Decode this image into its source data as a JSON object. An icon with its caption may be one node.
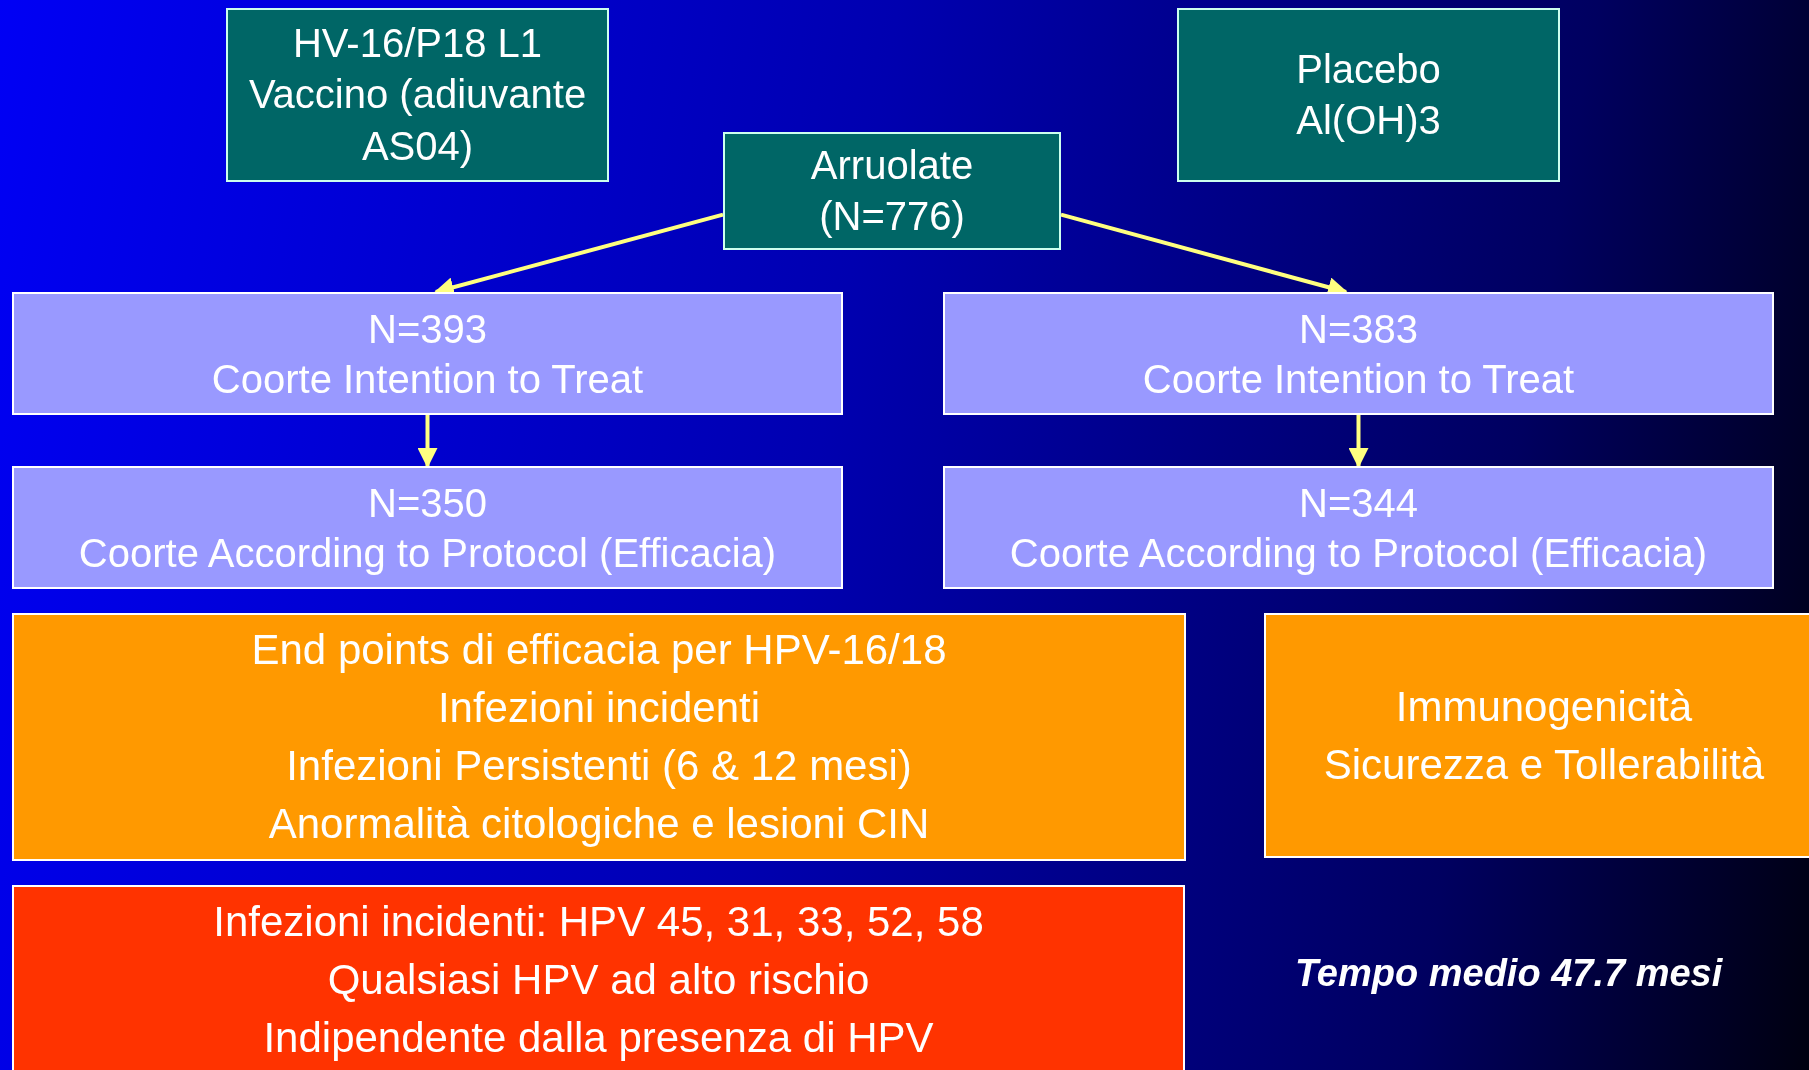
{
  "diagram": {
    "nodes": [
      {
        "text": [
          "HV-16/P18 L1 Vaccino (adiuvante AS04)"
        ]
      },
      {
        "text": [
          "Placebo",
          "Al(OH)3"
        ]
      },
      {
        "text": [
          "Arruolate",
          "(N=776)"
        ]
      },
      {
        "text": [
          "N=393",
          "Coorte Intention to Treat"
        ]
      },
      {
        "text": [
          "N=383",
          "Coorte Intention to Treat"
        ]
      },
      {
        "text": [
          "N=350",
          "Coorte According to Protocol  (Efficacia)"
        ]
      },
      {
        "text": [
          "N=344",
          "Coorte According to Protocol  (Efficacia)"
        ]
      },
      {
        "text": [
          "End points di efficacia per HPV-16/18",
          "Infezioni incidenti",
          "Infezioni Persistenti (6 & 12 mesi)",
          "Anormalità citologiche e lesioni CIN"
        ]
      },
      {
        "text": [
          "Immunogenicità",
          "Sicurezza e Tollerabilità"
        ]
      },
      {
        "text": [
          "Infezioni incidenti: HPV 45, 31, 33, 52, 58",
          "Qualsiasi HPV ad alto rischio",
          "Indipendente dalla presenza di HPV"
        ]
      }
    ],
    "edges": [
      {
        "from": 2,
        "to": 3,
        "arrow": "to"
      },
      {
        "from": 2,
        "to": 4,
        "arrow": "to"
      },
      {
        "from": 3,
        "to": 5,
        "arrow": "to"
      },
      {
        "from": 4,
        "to": 6,
        "arrow": "to"
      }
    ],
    "labels": [
      "Tempo medio 47.7 mesi"
    ]
  }
}
